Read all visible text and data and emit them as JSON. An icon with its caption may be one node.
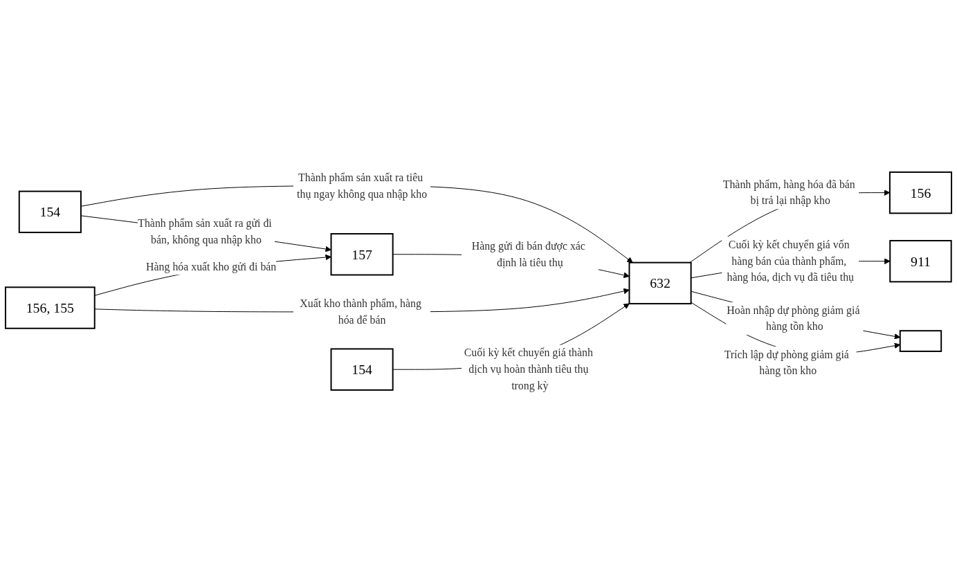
{
  "diagram": {
    "nodes": [
      {
        "text": [
          "154"
        ]
      },
      {
        "text": [
          "632"
        ]
      },
      {
        "text": [
          "156"
        ]
      },
      {
        "text": [
          "157"
        ]
      },
      {
        "text": [
          "911"
        ]
      },
      {
        "text": [
          "156, 155"
        ]
      },
      {
        "text": [
          "154"
        ]
      },
      {
        "text": [],
        "shape": "box"
      }
    ],
    "edges": [
      {
        "from": 0,
        "to": 1,
        "arrow": "to",
        "label": "Thành phẩm sản xuất ra tiêu thụ ngay không qua nhập kho"
      },
      {
        "from": 1,
        "to": 2,
        "arrow": "to",
        "label": "Thành phẩm, hàng hóa đã bán bị trả lại nhập kho"
      },
      {
        "from": 0,
        "to": 3,
        "arrow": "to",
        "label": "Thành phẩm sản xuất ra gửi đi bán, không qua nhập kho"
      },
      {
        "from": 3,
        "to": 1,
        "arrow": "to",
        "label": "Hàng gửi đi bán được xác định là tiêu thụ"
      },
      {
        "from": 5,
        "to": 3,
        "arrow": "to",
        "label": "Hàng hóa xuất kho gửi đi bán"
      },
      {
        "from": 1,
        "to": 4,
        "arrow": "to",
        "label": "Cuối kỳ kết chuyển giá vốn hàng bán của thành phẩm, hàng hóa, dịch vụ đã tiêu thụ"
      },
      {
        "from": 5,
        "to": 1,
        "arrow": "to",
        "label": "Xuất kho thành phẩm, hàng hóa để bán"
      },
      {
        "from": 6,
        "to": 1,
        "arrow": "to",
        "label": "Cuối kỳ kết chuyển giá thành dịch vụ hoàn thành tiêu thụ trong kỳ"
      },
      {
        "from": 1,
        "to": 7,
        "arrow": "to",
        "label": "Hoàn nhập dự phòng giảm giá hàng tồn kho"
      },
      {
        "from": 1,
        "to": 7,
        "arrow": "to",
        "label": "Trích lập dự phòng giảm giá hàng tồn kho"
      }
    ]
  }
}
